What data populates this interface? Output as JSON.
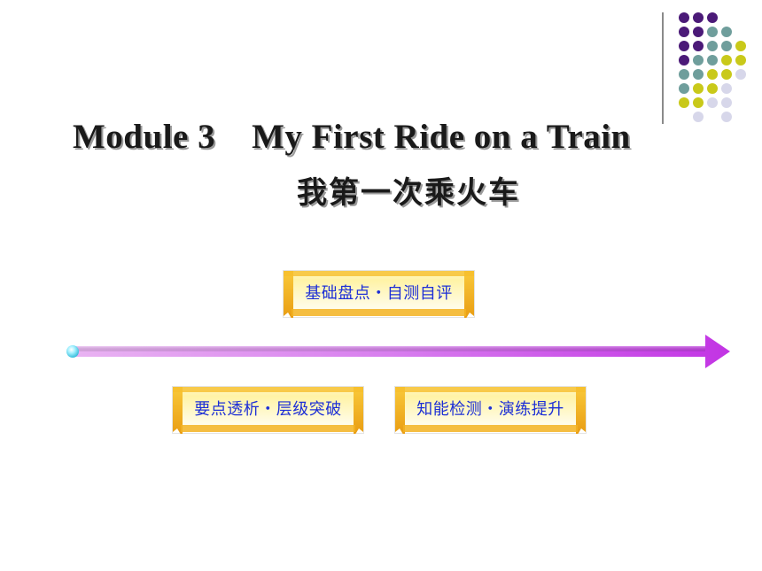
{
  "slide": {
    "title_en": "Module 3    My First Ride on a Train",
    "title_cn": "我第一次乘火车"
  },
  "nav_buttons": [
    {
      "label": "基础盘点・自测自评"
    },
    {
      "label": "要点透析・层级突破"
    },
    {
      "label": "知能检测・演练提升"
    }
  ],
  "colors": {
    "dot_purple": "#4b1a78",
    "dot_teal": "#6f9e9c",
    "dot_yellow": "#c9c91a",
    "dot_lavender": "#d7d7ea",
    "arrow_start": "#e6a8f0",
    "arrow_end": "#c234e4",
    "button_gold": "#f3b321",
    "button_text": "#1d2fd6"
  }
}
